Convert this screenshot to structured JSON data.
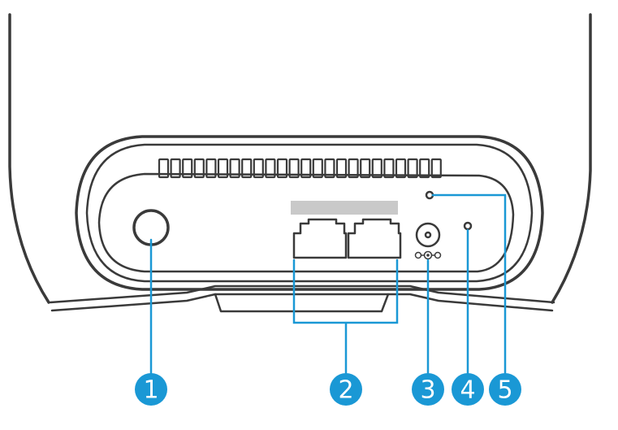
{
  "callouts": [
    {
      "id": "1",
      "target": "power-button"
    },
    {
      "id": "2",
      "target": "ethernet-ports"
    },
    {
      "id": "3",
      "target": "dc-power-connector"
    },
    {
      "id": "4",
      "target": "reset-button"
    },
    {
      "id": "5",
      "target": "led-indicator"
    }
  ],
  "colors": {
    "callout_accent": "#1a98d5",
    "outline": "#3a3a3a",
    "label_plate": "#c9c9c9",
    "background": "#ffffff"
  }
}
